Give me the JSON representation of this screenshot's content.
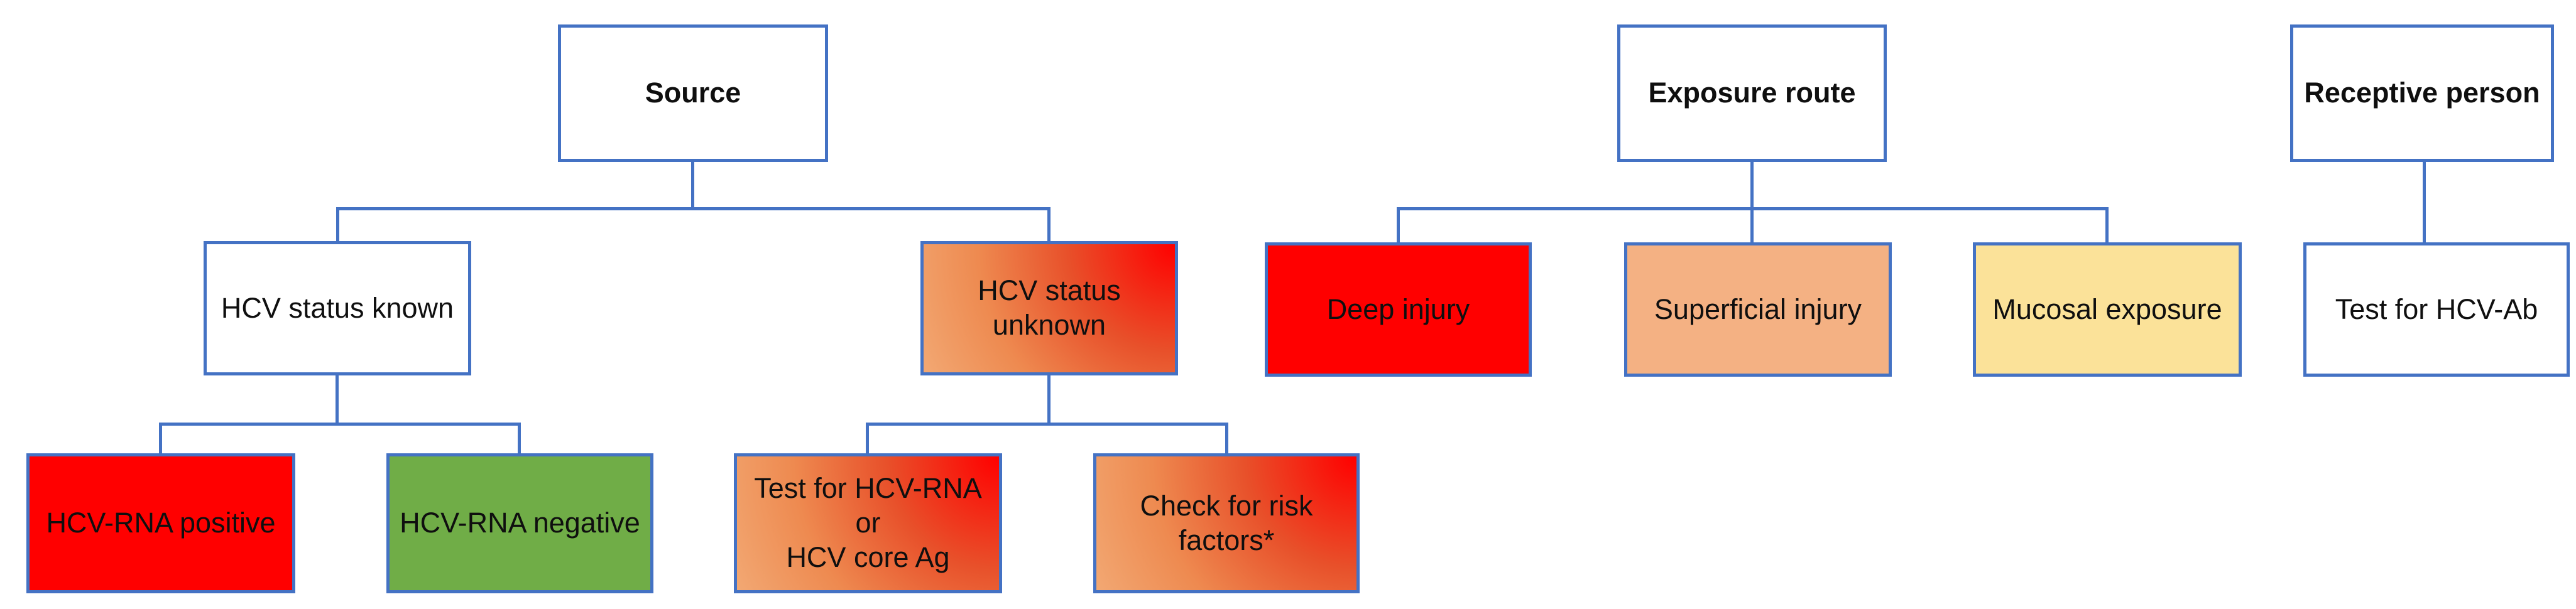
{
  "diagram": {
    "type": "flowchart",
    "description_visible": false
  },
  "colors": {
    "border_blue": "#4472C4",
    "connector_blue": "#4472C4",
    "text": "#0F0F0F",
    "white": "#FFFFFF",
    "red": "#FF0000",
    "green": "#70AD47",
    "light_orange": "#F4B183",
    "pale_yellow": "#FBE299",
    "orange_red_gradient": "radial-gradient(circle at 100% 0%, #FF0000 0%, #E8502A 38%, #EE8A50 70%, #F2A873 100%)"
  },
  "nodes": {
    "source": {
      "label": "Source",
      "fill": "white",
      "bold": true
    },
    "hcv_status_known": {
      "label": "HCV status known",
      "fill": "white",
      "bold": false
    },
    "hcv_status_unknown": {
      "label": "HCV status\nunknown",
      "fill": "orange_red_gradient",
      "bold": false
    },
    "hcv_rna_positive": {
      "label": "HCV-RNA positive",
      "fill": "red",
      "bold": false
    },
    "hcv_rna_negative": {
      "label": "HCV-RNA negative",
      "fill": "green",
      "bold": false
    },
    "test_hcv_rna": {
      "label": "Test for HCV-RNA or\nHCV core Ag",
      "fill": "orange_red_gradient",
      "bold": false
    },
    "check_risk": {
      "label": "Check for risk\nfactors*",
      "fill": "orange_red_gradient",
      "bold": false
    },
    "exposure_route": {
      "label": "Exposure route",
      "fill": "white",
      "bold": true
    },
    "deep_injury": {
      "label": "Deep injury",
      "fill": "red",
      "bold": false
    },
    "superficial_injury": {
      "label": "Superficial injury",
      "fill": "light_orange",
      "bold": false
    },
    "mucosal_exposure": {
      "label": "Mucosal exposure",
      "fill": "pale_yellow",
      "bold": false
    },
    "receptive_person": {
      "label": "Receptive person",
      "fill": "white",
      "bold": true
    },
    "test_hcv_ab": {
      "label": "Test for HCV-Ab",
      "fill": "white",
      "bold": false
    }
  },
  "edges": [
    [
      "source",
      "hcv_status_known"
    ],
    [
      "source",
      "hcv_status_unknown"
    ],
    [
      "hcv_status_known",
      "hcv_rna_positive"
    ],
    [
      "hcv_status_known",
      "hcv_rna_negative"
    ],
    [
      "hcv_status_unknown",
      "test_hcv_rna"
    ],
    [
      "hcv_status_unknown",
      "check_risk"
    ],
    [
      "exposure_route",
      "deep_injury"
    ],
    [
      "exposure_route",
      "superficial_injury"
    ],
    [
      "exposure_route",
      "mucosal_exposure"
    ],
    [
      "receptive_person",
      "test_hcv_ab"
    ]
  ]
}
